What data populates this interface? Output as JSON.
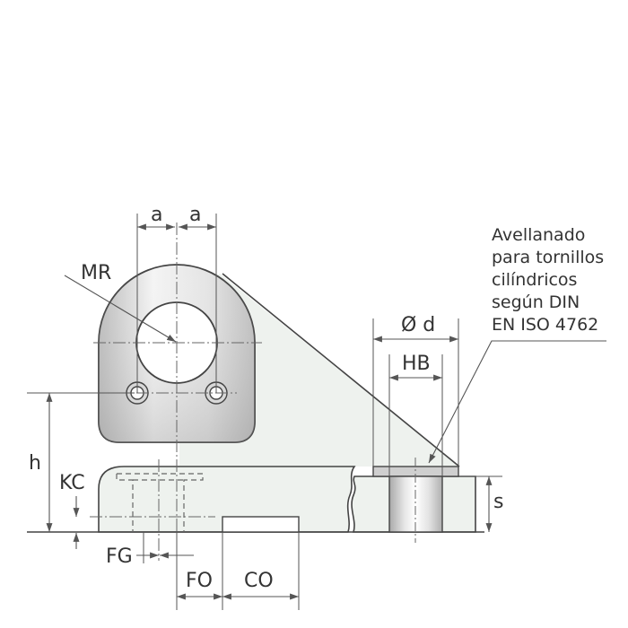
{
  "labels": {
    "a_left": "a",
    "a_right": "a",
    "mr": "MR",
    "h": "h",
    "kc": "KC",
    "fg": "FG",
    "fo": "FO",
    "co": "CO",
    "d": "Ø d",
    "hb": "HB",
    "s": "s"
  },
  "note": {
    "line1": "Avellanado",
    "line2": "para tornillos",
    "line3": "cilíndricos",
    "line4": "según DIN",
    "line5": "EN ISO 4762"
  },
  "colors": {
    "outline": "#444444",
    "fill_light": "#eef2ee",
    "fill_gray": "#dddddd",
    "dim_line": "#555555"
  }
}
